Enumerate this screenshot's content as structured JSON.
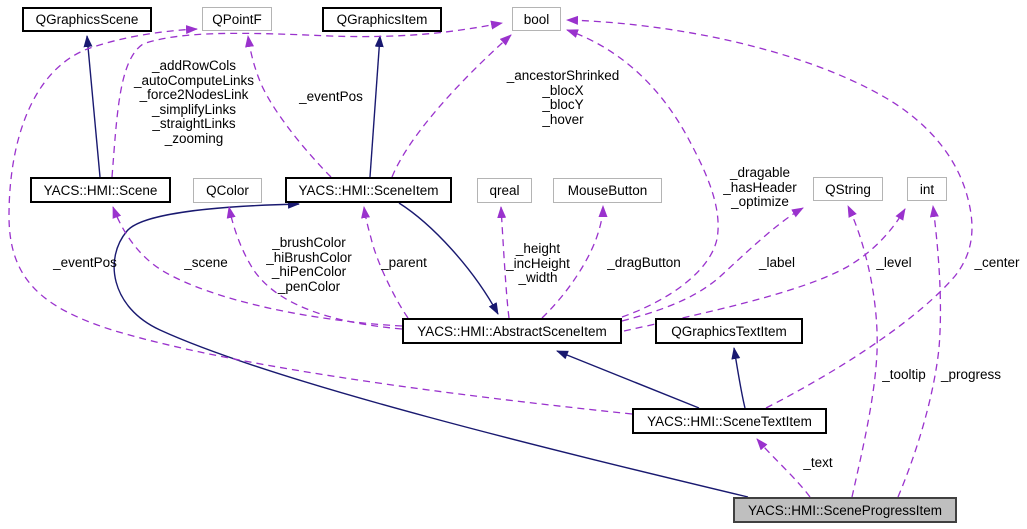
{
  "diagram": {
    "kind": "doxygen-collaboration-graph",
    "current_class": "YACS::HMI::SceneProgressItem",
    "colors": {
      "inheritance_edge": "#191970",
      "usage_edge": "#9a32cd",
      "linked_node_border": "#000000",
      "external_node_border": "#b4b4b4",
      "current_node_fill": "#bfbfbf",
      "background": "#ffffff"
    }
  },
  "nodes": [
    {
      "id": "qgraphicsscene",
      "label": "QGraphicsScene"
    },
    {
      "id": "qpointf",
      "label": "QPointF"
    },
    {
      "id": "qgraphicsitem",
      "label": "QGraphicsItem"
    },
    {
      "id": "bool",
      "label": "bool"
    },
    {
      "id": "scene",
      "label": "YACS::HMI::Scene"
    },
    {
      "id": "qcolor",
      "label": "QColor"
    },
    {
      "id": "sceneitem",
      "label": "YACS::HMI::SceneItem"
    },
    {
      "id": "qreal",
      "label": "qreal"
    },
    {
      "id": "mousebutton",
      "label": "MouseButton"
    },
    {
      "id": "qstring",
      "label": "QString"
    },
    {
      "id": "int",
      "label": "int"
    },
    {
      "id": "abstractsceneitem",
      "label": "YACS::HMI::AbstractSceneItem"
    },
    {
      "id": "qgraphicstextitem",
      "label": "QGraphicsTextItem"
    },
    {
      "id": "scenetextitem",
      "label": "YACS::HMI::SceneTextItem"
    },
    {
      "id": "sceneprogressitem",
      "label": "YACS::HMI::SceneProgressItem"
    }
  ],
  "edge_labels": [
    {
      "id": "scene-bools",
      "text": "_addRowCols\n_autoComputeLinks\n_force2NodesLink\n_simplifyLinks\n_straightLinks\n_zooming"
    },
    {
      "id": "eventpos-top",
      "text": "_eventPos"
    },
    {
      "id": "sceneitem-bools",
      "text": "_ancestorShrinked\n_blocX\n_blocY\n_hover"
    },
    {
      "id": "abstract-bools",
      "text": "_dragable\n_hasHeader\n_optimize"
    },
    {
      "id": "eventpos-bottom",
      "text": "_eventPos"
    },
    {
      "id": "scene-member",
      "text": "_scene"
    },
    {
      "id": "color-members",
      "text": "_brushColor\n_hiBrushColor\n_hiPenColor\n_penColor"
    },
    {
      "id": "parent",
      "text": "_parent"
    },
    {
      "id": "qreal-members",
      "text": "_height\n_incHeight\n_width"
    },
    {
      "id": "dragbutton",
      "text": "_dragButton"
    },
    {
      "id": "label",
      "text": "_label"
    },
    {
      "id": "level",
      "text": "_level"
    },
    {
      "id": "center",
      "text": "_center"
    },
    {
      "id": "tooltip",
      "text": "_tooltip"
    },
    {
      "id": "progress",
      "text": "_progress"
    },
    {
      "id": "text",
      "text": "_text"
    }
  ]
}
